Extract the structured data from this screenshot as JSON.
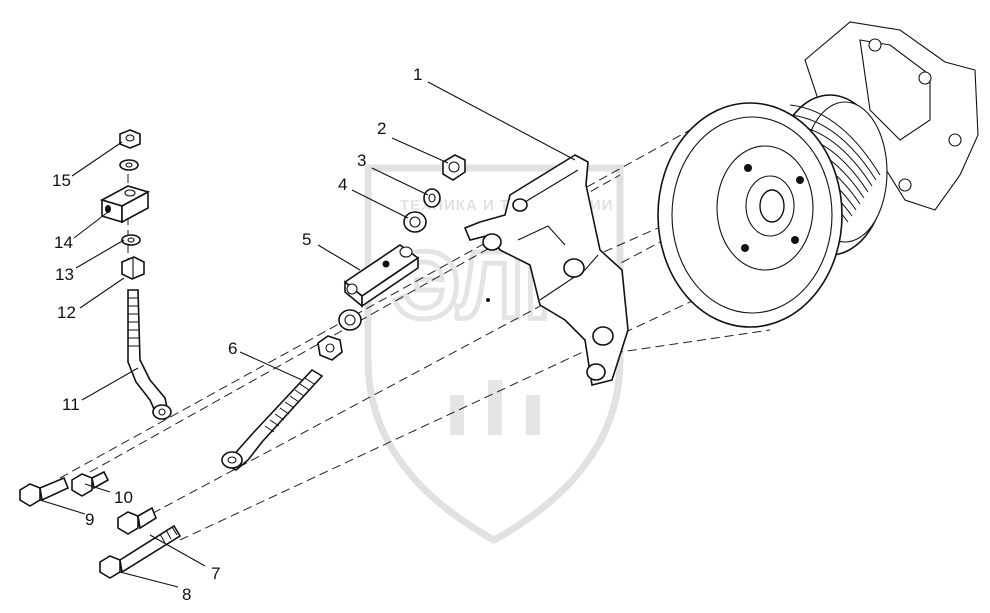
{
  "watermark": {
    "text": "ТЕХНИКА И ТЕХНОЛОГИИ"
  },
  "callouts": {
    "c1": "1",
    "c2": "2",
    "c3": "3",
    "c4": "4",
    "c5": "5",
    "c6": "6",
    "c7": "7",
    "c8": "8",
    "c9": "9",
    "c10": "10",
    "c11": "11",
    "c12": "12",
    "c13": "13",
    "c14": "14",
    "c15": "15"
  },
  "colors": {
    "line": "#111111",
    "watermark": "#c9c9c9",
    "background": "#ffffff"
  }
}
